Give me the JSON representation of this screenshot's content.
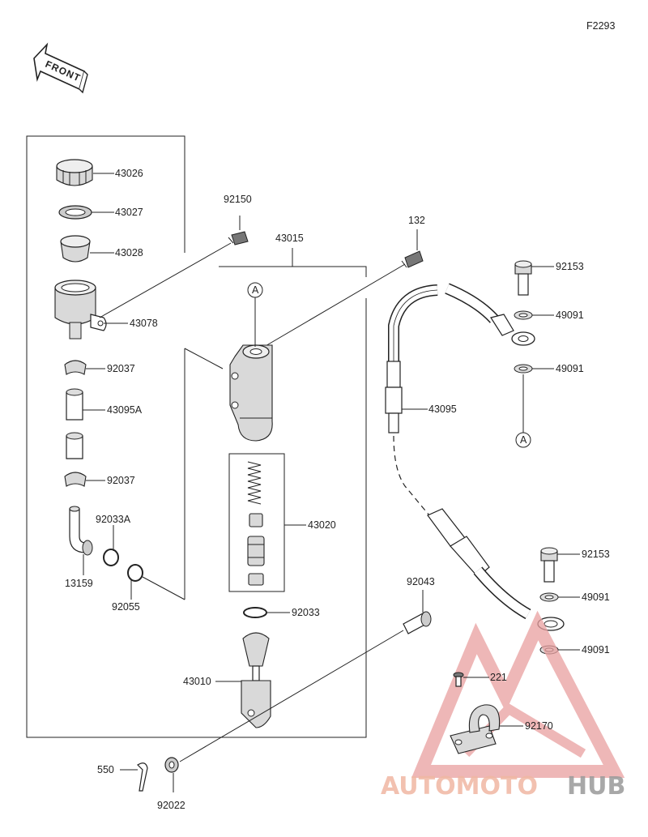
{
  "figure_code": "F2293",
  "front_label": "FRONT",
  "reference_marker": "A",
  "watermark": {
    "text_part1": "AUTOMOTO",
    "text_part2": "HUB",
    "color_main": "#f0b7a3",
    "color_hub": "#9a9a9a",
    "triangle_color": "#e9a0a0"
  },
  "parts": {
    "p43026": "43026",
    "p43027": "43027",
    "p43028": "43028",
    "p43078": "43078",
    "p92037a": "92037",
    "p43095a": "43095A",
    "p92037b": "92037",
    "p92033a": "92033A",
    "p13159": "13159",
    "p92055": "92055",
    "p92150": "92150",
    "p43015": "43015",
    "p132": "132",
    "p43020": "43020",
    "p92033": "92033",
    "p43010": "43010",
    "p92043": "92043",
    "p550": "550",
    "p92022": "92022",
    "p43095": "43095",
    "p92153a": "92153",
    "p49091a": "49091",
    "p49091b": "49091",
    "p92153b": "92153",
    "p49091c": "49091",
    "p49091d": "49091",
    "p221": "221",
    "p92170": "92170"
  }
}
